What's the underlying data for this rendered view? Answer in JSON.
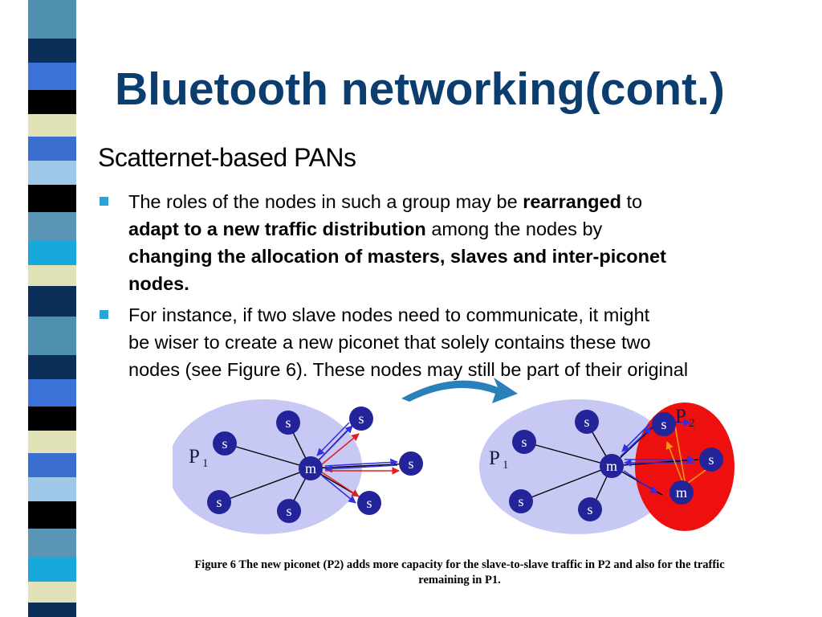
{
  "slide": {
    "title": "Bluetooth networking(cont.)",
    "subtitle": "Scatternet-based PANs"
  },
  "bullets": [
    {
      "lines": [
        [
          {
            "t": "The roles of the nodes in such a group may be ",
            "b": false
          },
          {
            "t": "rearranged",
            "b": true
          },
          {
            "t": " to",
            "b": false
          }
        ],
        [
          {
            "t": "adapt to a new traffic distribution",
            "b": true
          },
          {
            "t": " among the nodes by",
            "b": false
          }
        ],
        [
          {
            "t": "changing the allocation of masters, slaves and inter-piconet",
            "b": true
          }
        ],
        [
          {
            "t": "nodes.",
            "b": true
          }
        ]
      ]
    },
    {
      "lines": [
        [
          {
            "t": "For instance, if two slave nodes need to communicate, it might",
            "b": false
          }
        ],
        [
          {
            "t": "be wiser to create a new piconet that solely contains these two",
            "b": false
          }
        ],
        [
          {
            "t": "nodes (see Figure 6). These nodes may still be part of their original",
            "b": false
          }
        ]
      ]
    }
  ],
  "figure": {
    "left_net": {
      "piconet_label": "P",
      "piconet_sub": "1",
      "master_label": "m",
      "slave_label": "s"
    },
    "right_net": {
      "piconet_label": "P",
      "piconet_sub": "1",
      "master_label": "m",
      "slave_label": "s",
      "new_piconet_label": "P",
      "new_piconet_sub": "2"
    },
    "colors": {
      "ellipse": "#c8c8f4",
      "node": "#24249a",
      "new_piconet": "#ee0f0f",
      "blue_arrow": "#3030e0",
      "red_arrow": "#e02020",
      "orange_arrow": "#f59a10",
      "transition_arrow": "#2a80b8"
    },
    "caption_lines": [
      "Figure 6  The new piconet (P2) adds more capacity for the slave-to-slave traffic in P2 and also for the traffic",
      "remaining in P1."
    ]
  },
  "colors": {
    "title": "#0b3d6e",
    "bullet_marker": "#2aa3d8",
    "strip": [
      "#4f8fb0",
      "#0c2f5a",
      "#3b72d8",
      "#000000",
      "#e2e2b8",
      "#3a6fcf",
      "#9ec7e8",
      "#000000",
      "#5a95b5",
      "#17a8dc",
      "#e2e2b8",
      "#0c2f5a"
    ]
  }
}
